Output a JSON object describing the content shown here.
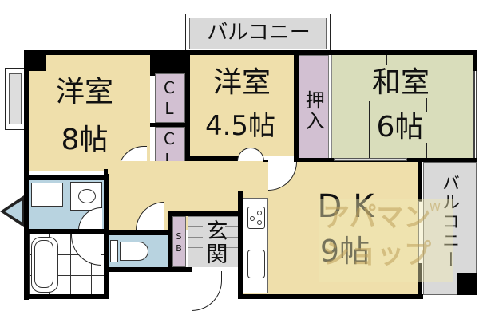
{
  "floorplan": {
    "colors": {
      "western_room": "#efdfab",
      "japanese_room": "#d9ddbb",
      "closet": "#d2c0d2",
      "wet_area": "#b8d3e0",
      "balcony": "#d9d9d9",
      "entrance": "#d9d9d9",
      "wall": "#000000",
      "background": "#ffffff",
      "watermark": "#cdb47a"
    },
    "rooms": {
      "western_8": {
        "name": "洋室",
        "size": "8帖"
      },
      "western_45": {
        "name": "洋室",
        "size": "4.5帖"
      },
      "japanese_6": {
        "name": "和室",
        "size": "6帖"
      },
      "oshiire": {
        "name": "押入"
      },
      "closet_upper": {
        "name": "CL"
      },
      "closet_lower": {
        "name": "CL"
      },
      "dk": {
        "name": "DK",
        "size": "9帖"
      },
      "genkan": {
        "name": "玄関"
      },
      "shoe_box": {
        "name": "SB"
      },
      "balcony_top": {
        "name": "バルコニー"
      },
      "balcony_right": {
        "name": "バルコニー"
      }
    },
    "watermark": {
      "line1": "アパマン",
      "line2": "ショップ",
      "mark": "W"
    }
  }
}
